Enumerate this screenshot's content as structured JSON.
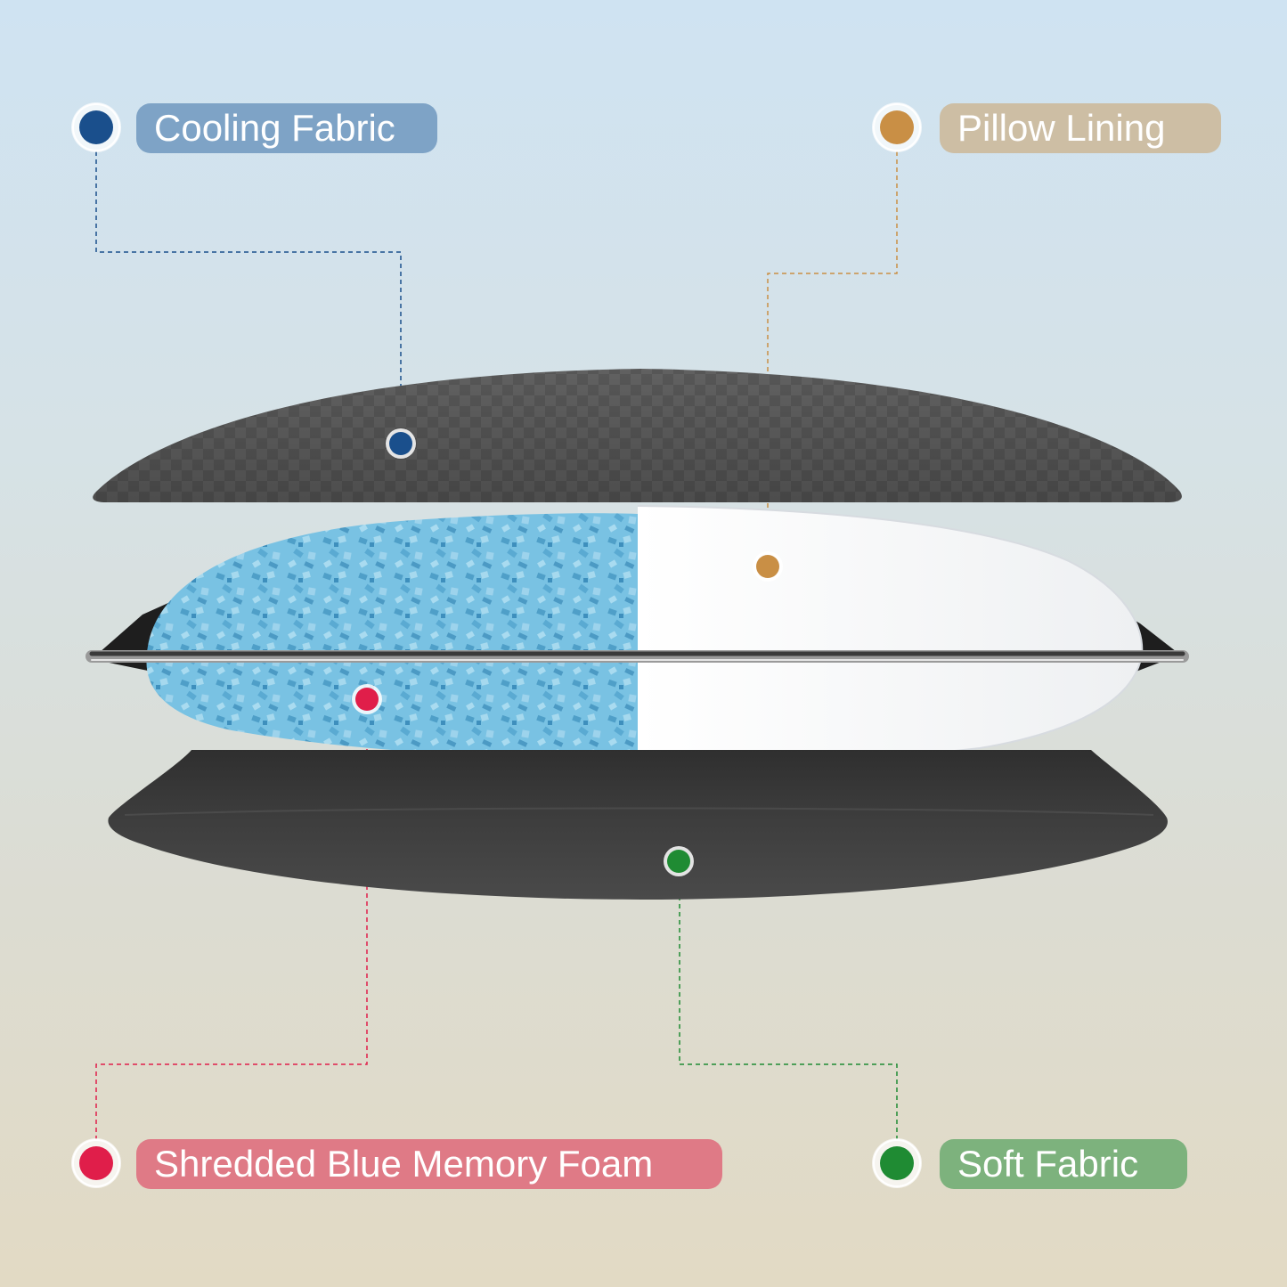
{
  "labels": {
    "cooling_fabric": "Cooling Fabric",
    "pillow_lining": "Pillow Lining",
    "shredded_foam": "Shredded Blue Memory Foam",
    "soft_fabric": "Soft Fabric"
  },
  "colors": {
    "cooling_fabric": "#1a4f8c",
    "pillow_lining": "#c98f45",
    "shredded_foam": "#e01e4a",
    "soft_fabric": "#1f8b33",
    "foam_fill": "#72bde0",
    "dark_fabric": "#444444"
  },
  "icons": [
    "marker-dot-icon",
    "pillow-cover-illustration",
    "foam-filling-illustration",
    "bottom-cover-illustration"
  ]
}
